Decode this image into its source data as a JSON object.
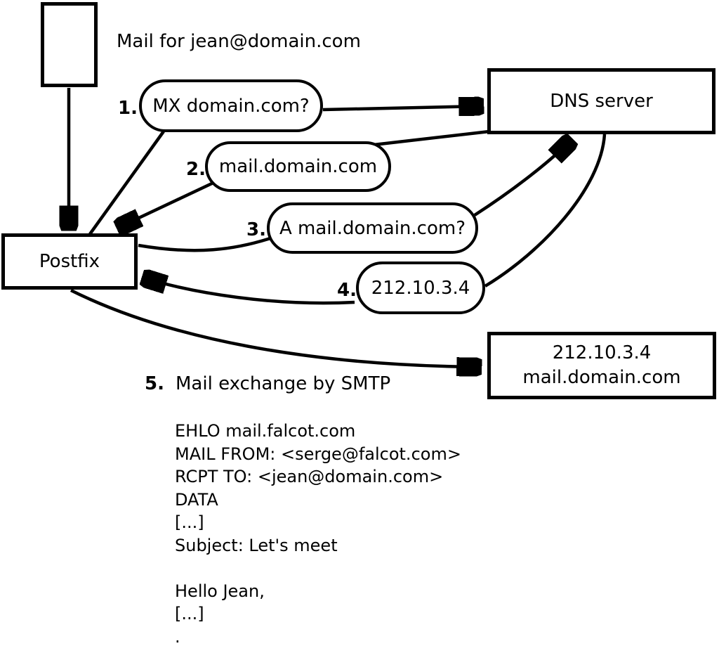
{
  "diagram": {
    "background": "#ffffff",
    "stroke_color": "#000000",
    "title": "Mail for jean@domain.com",
    "nodes": {
      "postfix": {
        "label": "Postfix"
      },
      "dns": {
        "label": "DNS server"
      },
      "destination": {
        "line1": "212.10.3.4",
        "line2": "mail.domain.com"
      }
    },
    "steps": [
      {
        "num": "1.",
        "label": "MX domain.com?"
      },
      {
        "num": "2.",
        "label": "mail.domain.com"
      },
      {
        "num": "3.",
        "label": "A mail.domain.com?"
      },
      {
        "num": "4.",
        "label": "212.10.3.4"
      },
      {
        "num": "5.",
        "label": "Mail exchange by SMTP"
      }
    ],
    "smtp_session": [
      "EHLO mail.falcot.com",
      "MAIL FROM: <serge@falcot.com>",
      "RCPT TO: <jean@domain.com>",
      "DATA",
      "[...]",
      "Subject: Let's meet",
      "",
      "Hello Jean,",
      "[...]",
      "."
    ]
  }
}
